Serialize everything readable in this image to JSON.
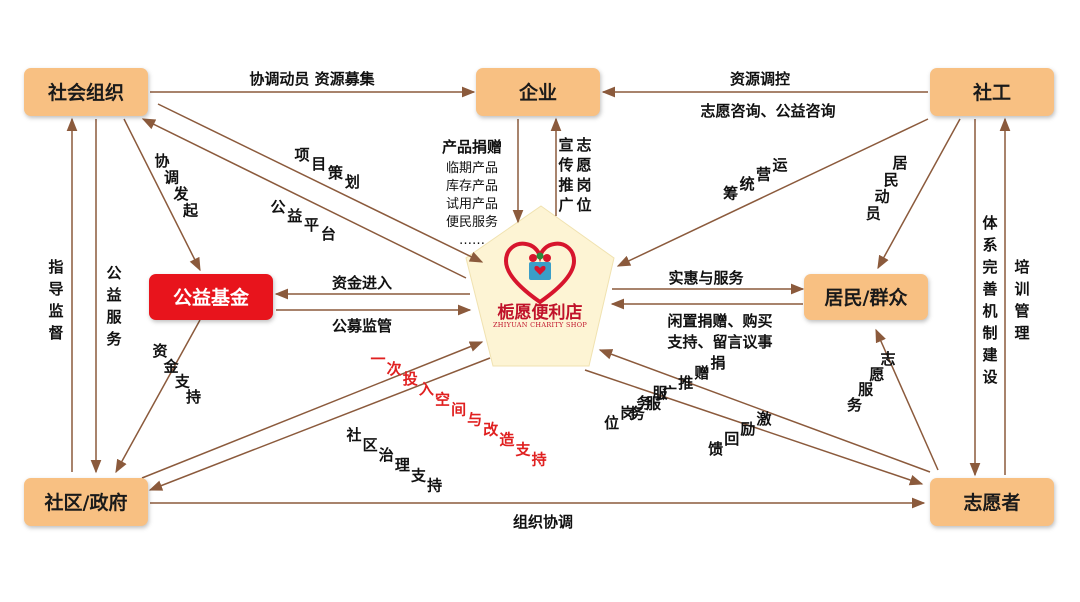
{
  "colors": {
    "node_fill": "#f8c082",
    "fund_fill": "#e8141c",
    "arrow": "#8b5a3c",
    "pentagon": "#fdf4d4",
    "heart": "#d7152d",
    "red_text": "#e02020"
  },
  "nodes": {
    "social_org": "社会组织",
    "enterprise": "企业",
    "social_worker": "社工",
    "fund": "公益基金",
    "residents": "居民/群众",
    "community": "社区/政府",
    "volunteers": "志愿者"
  },
  "center": {
    "logo_icon": "heart-family-icon",
    "name": "栀愿便利店",
    "name_en": "ZHIYUAN CHARITY SHOP"
  },
  "edges": {
    "org_to_enterprise": "协调动员  资源募集",
    "worker_to_enterprise": "资源调控",
    "worker_to_enterprise_2": "志愿咨询、公益咨询",
    "enterprise_donation_title": "产品捐赠",
    "enterprise_donation_items": [
      "临期产品",
      "库存产品",
      "试用产品",
      "便民服务",
      "……"
    ],
    "shop_to_enterprise": "宣志传愿推岗广位",
    "org_fund": "协调发起",
    "shop_org_1": "项目策划",
    "shop_org_2": "公益平台",
    "worker_shop": "运营统筹",
    "worker_residents": "居民动员",
    "worker_system": "体系完善  机制建设",
    "worker_training": "培训管理",
    "org_community_1": "指导监督",
    "org_community_2": "公益服务",
    "shop_fund_1": "资金进入",
    "shop_fund_2": "公募监管",
    "shop_residents": "实惠与服务",
    "residents_shop": "闲置捐赠、购买",
    "residents_shop_2": "支持、留言议事",
    "fund_community": "资金支持",
    "shop_community_red": "一次投入空间与改造支持",
    "community_shop": "社区治理支持",
    "volunteer_shop_1": "捐赠  推广  服务",
    "shop_volunteer_1": "服务岗位",
    "shop_volunteer_2": "激励回馈",
    "volunteer_residents": "志愿服务",
    "community_volunteer": "组织协调"
  }
}
